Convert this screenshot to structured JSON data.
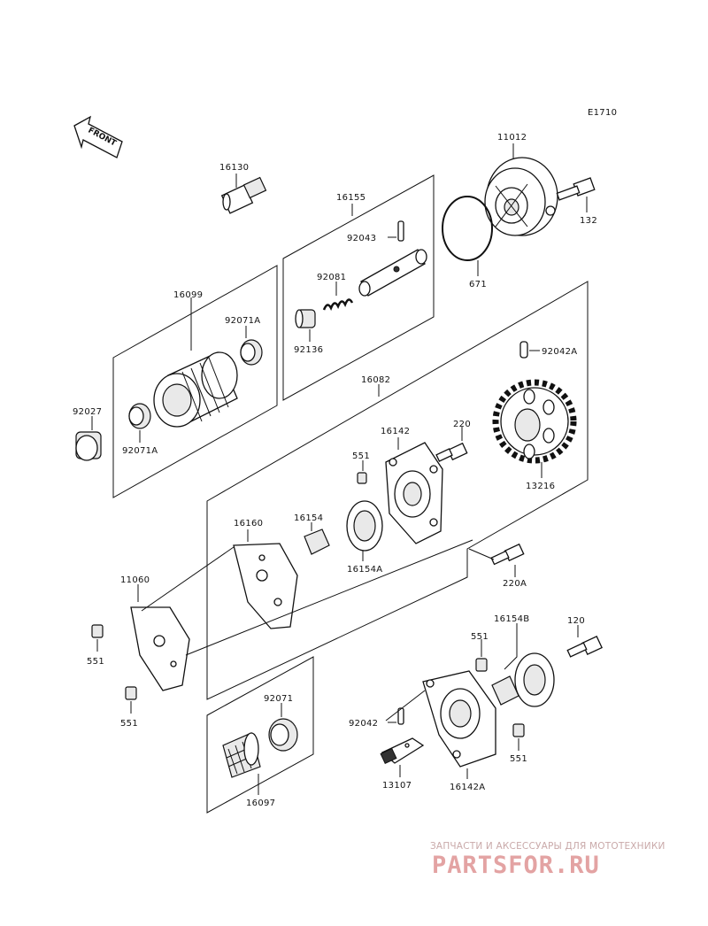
{
  "diagram_code": "E1710",
  "front_label": "FRONT",
  "labels": {
    "p11012": "11012",
    "p132": "132",
    "p671": "671",
    "p16130": "16130",
    "p16155": "16155",
    "p92043": "92043",
    "p92081": "92081",
    "p92136": "92136",
    "p16099": "16099",
    "p92071A_top": "92071A",
    "p92071A_bot": "92071A",
    "p92027": "92027",
    "p16082": "16082",
    "p92042A": "92042A",
    "p13216": "13216",
    "p220": "220",
    "p220A": "220A",
    "p16142": "16142",
    "p551_a": "551",
    "p16154": "16154",
    "p16154A": "16154A",
    "p16160": "16160",
    "p11060": "11060",
    "p551_b": "551",
    "p551_c": "551",
    "p551_d": "551",
    "p551_e": "551",
    "p16154B": "16154B",
    "p120": "120",
    "p92071": "92071",
    "p16097": "16097",
    "p92042": "92042",
    "p13107": "13107",
    "p16142A": "16142A"
  },
  "watermark": {
    "tagline": "ЗАПЧАСТИ И АКСЕССУАРЫ ДЛЯ МОТОТЕХНИКИ",
    "logo": "PARTSFOR.RU"
  }
}
